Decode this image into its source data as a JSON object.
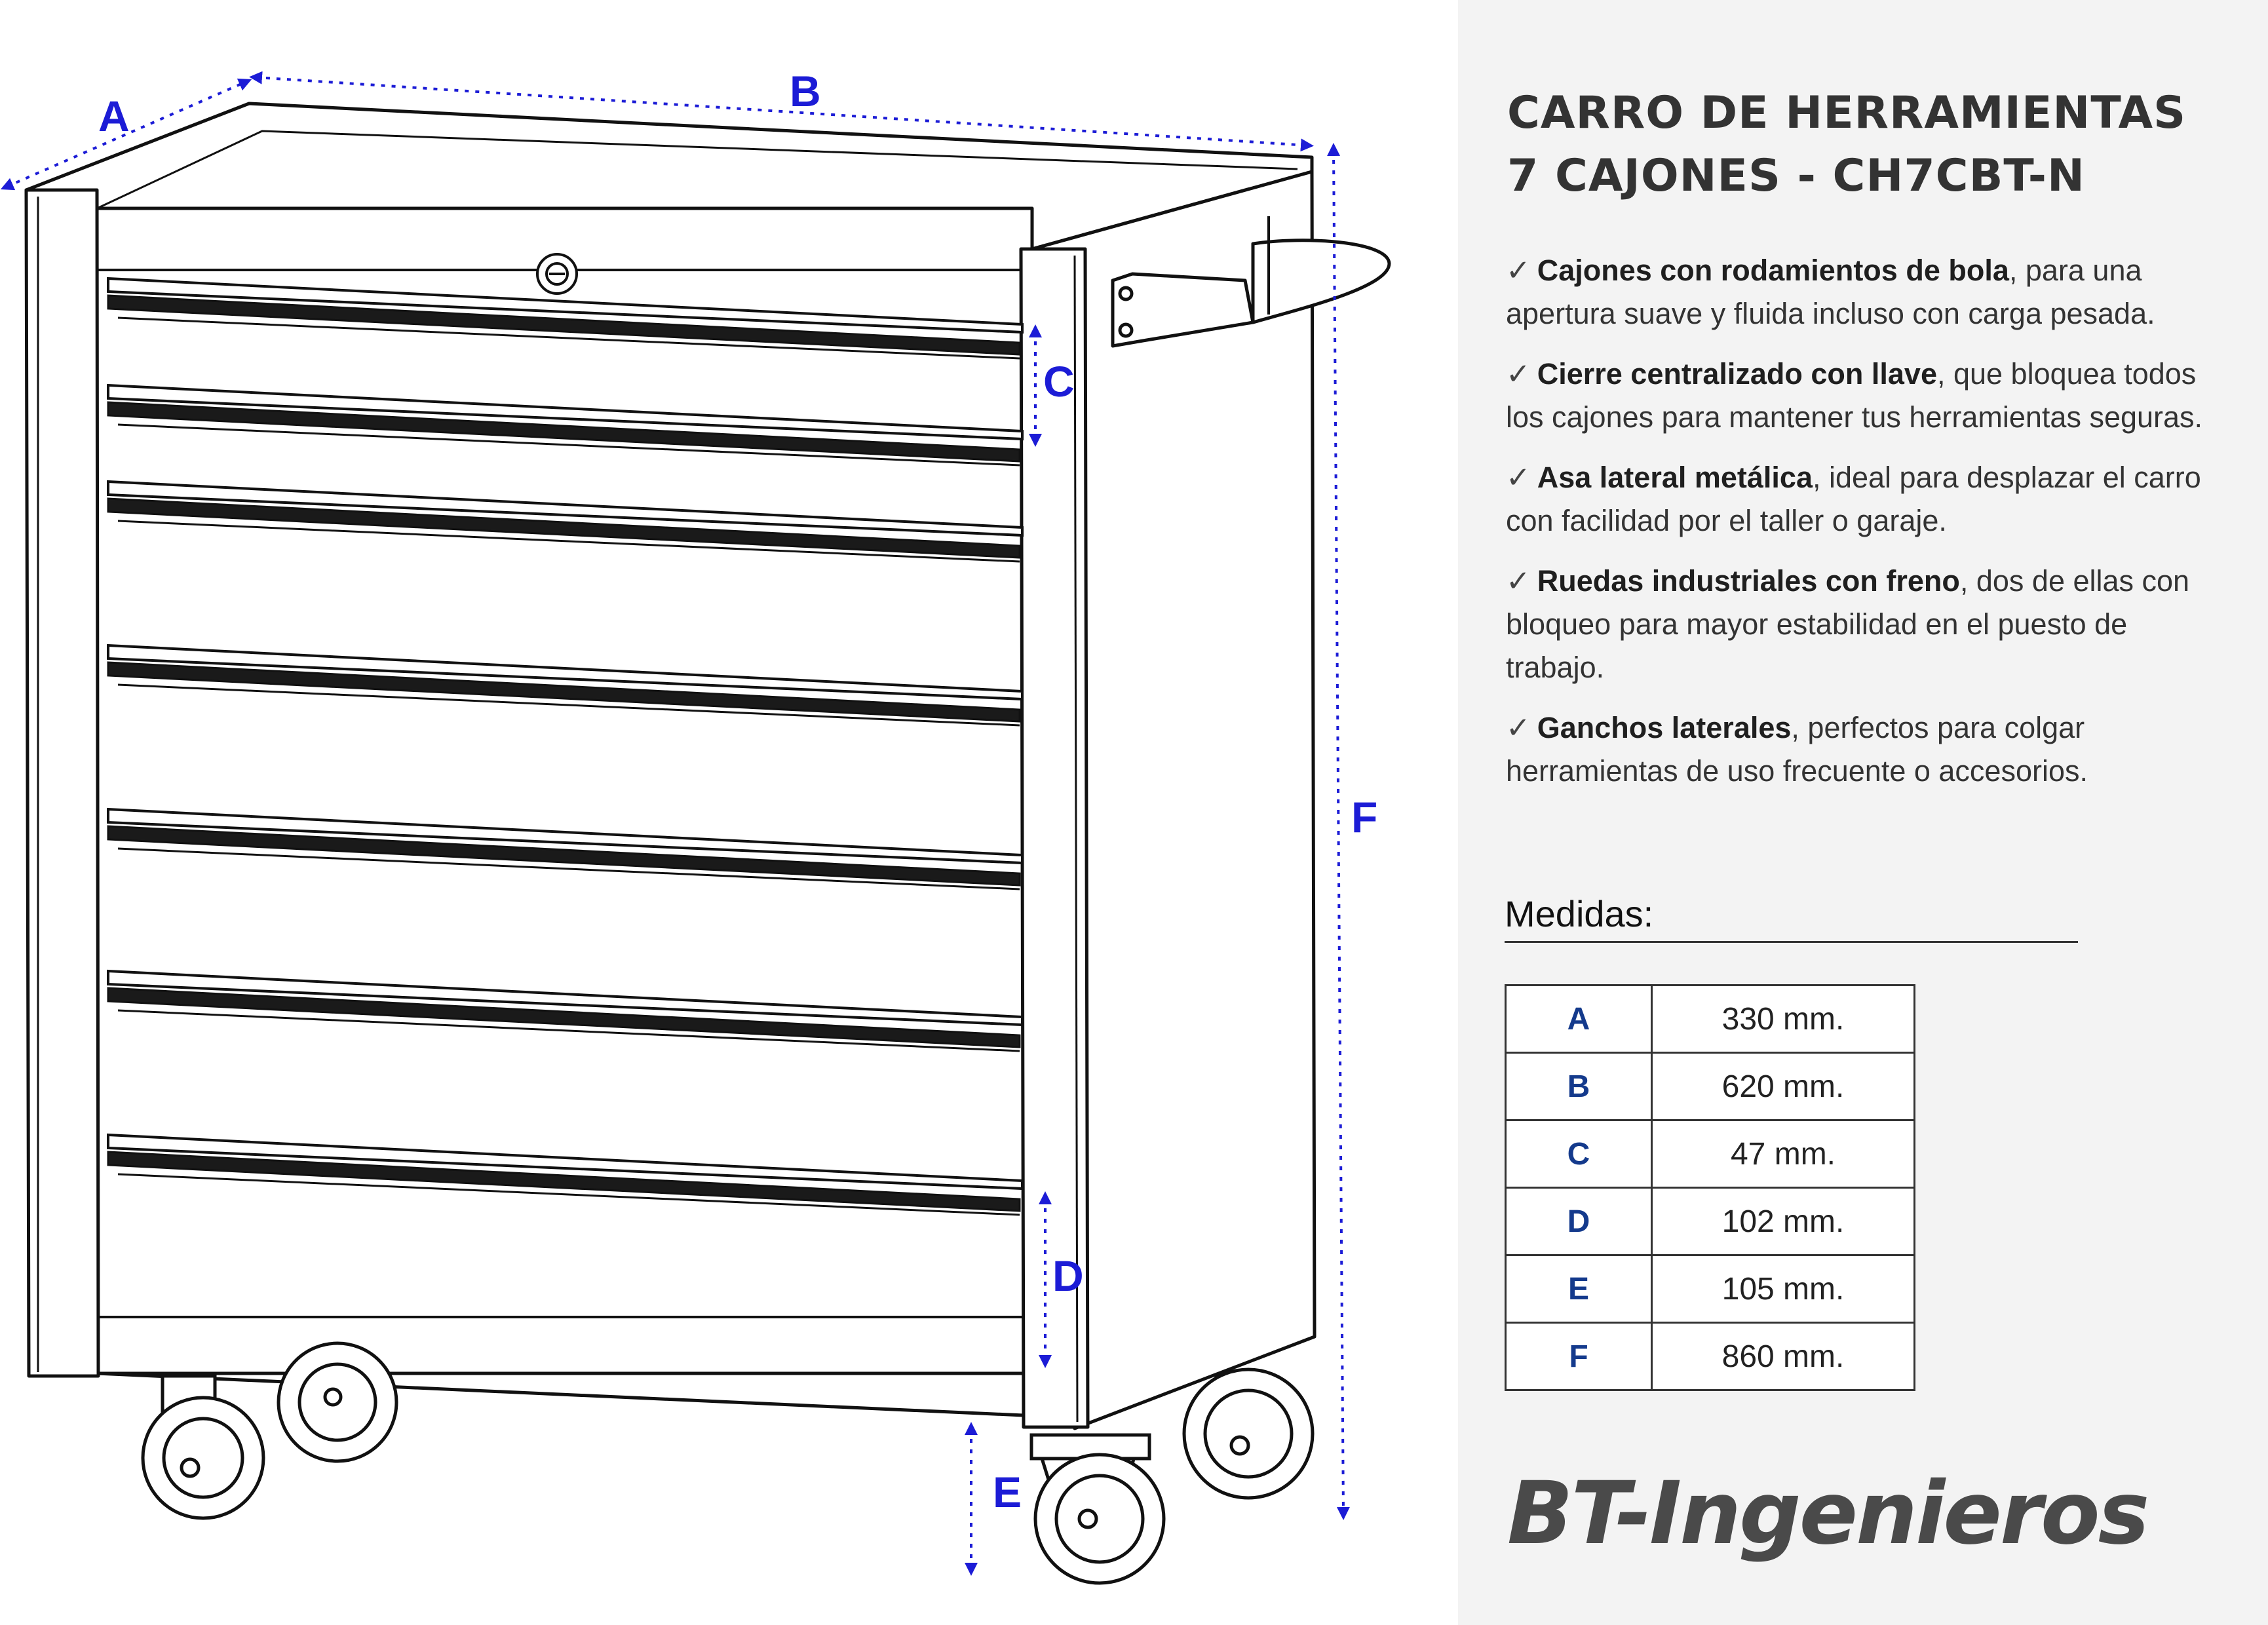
{
  "title": {
    "line1": "CARRO DE HERRAMIENTAS",
    "line2": "7 CAJONES - CH7CBT-N"
  },
  "features": [
    {
      "icon": "checkmark-icon",
      "bold": "Cajones con rodamientos de bola",
      "text": ", para una apertura suave y fluida incluso con carga pesada."
    },
    {
      "icon": "checkmark-icon",
      "bold": "Cierre centralizado con llave",
      "text": ", que bloquea todos los cajones para mantener tus herramientas seguras."
    },
    {
      "icon": "checkmark-icon",
      "bold": "Asa lateral metálica",
      "text": ", ideal para desplazar el carro con facilidad por el taller o garaje."
    },
    {
      "icon": "checkmark-icon",
      "bold": "Ruedas industriales con freno",
      "text": ", dos de ellas con bloqueo para mayor estabilidad en el puesto de trabajo."
    },
    {
      "icon": "checkmark-icon",
      "bold": "Ganchos laterales",
      "text": ", perfectos para colgar herramientas de uso frecuente o accesorios."
    }
  ],
  "measures": {
    "label": "Medidas:",
    "rows": [
      {
        "key": "A",
        "value": "330 mm."
      },
      {
        "key": "B",
        "value": "620 mm."
      },
      {
        "key": "C",
        "value": "47 mm."
      },
      {
        "key": "D",
        "value": "102 mm."
      },
      {
        "key": "E",
        "value": "105 mm."
      },
      {
        "key": "F",
        "value": "860 mm."
      }
    ]
  },
  "drawing": {
    "labels": {
      "a": "A",
      "b": "B",
      "c": "C",
      "d": "D",
      "e": "E",
      "f": "F"
    },
    "drawer_count": 7
  },
  "brand": "BT-Ingenieros",
  "colors": {
    "dimension": "#1c1cd6",
    "panel_background": "#f3f3f3",
    "table_key": "#143a8c",
    "brand": "#4a4a4a"
  }
}
